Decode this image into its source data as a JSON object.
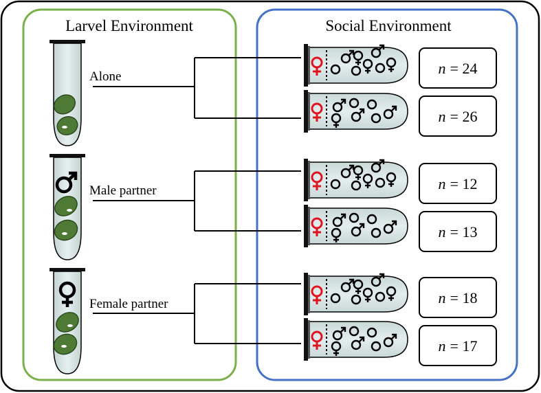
{
  "panels": {
    "larval": {
      "title": "Larvel Environment",
      "color": "#7ab04a"
    },
    "social": {
      "title": "Social Environment",
      "color": "#4472c4"
    }
  },
  "larval_groups": [
    {
      "label": "Alone",
      "symbol": ""
    },
    {
      "label": "Male partner",
      "symbol": "♂"
    },
    {
      "label": "Female partner",
      "symbol": "♀"
    }
  ],
  "samples": [
    {
      "n_label": "n",
      "n_value": "= 24"
    },
    {
      "n_label": "n",
      "n_value": "= 26"
    },
    {
      "n_label": "n",
      "n_value": "= 12"
    },
    {
      "n_label": "n",
      "n_value": "= 13"
    },
    {
      "n_label": "n",
      "n_value": "= 18"
    },
    {
      "n_label": "n",
      "n_value": "= 17"
    }
  ],
  "symbols": {
    "female": "♀",
    "male": "♂",
    "open": "O"
  },
  "colors": {
    "focal_female": "#e0141e",
    "seed": "#4e7a35",
    "tube_fill": "#d5e3e3"
  }
}
